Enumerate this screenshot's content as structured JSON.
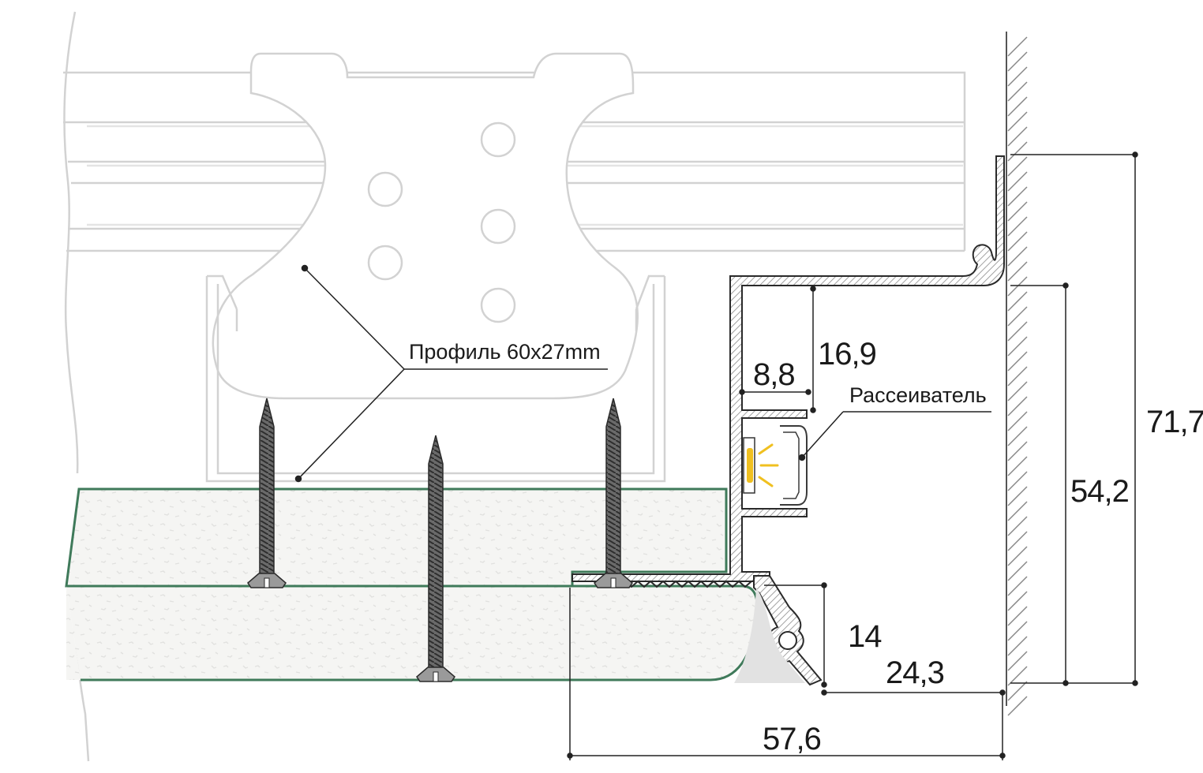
{
  "labels": {
    "profile": "Профиль 60x27mm",
    "diffuser": "Рассеиватель"
  },
  "dimensions": {
    "total_height": "71,7",
    "body_height": "54,2",
    "channel_depth": "16,9",
    "channel_width": "8,8",
    "lip_height": "14",
    "lip_width": "24,3",
    "total_width": "57,6"
  },
  "colors": {
    "background": "#ffffff",
    "ghost_line": "#d4d4d4",
    "board_edge": "#3f7a5a",
    "board_fill": "#f4f4f2",
    "profile_stroke": "#2a2a2a",
    "profile_hatch": "#9a9a9a",
    "dimension_line": "#222222",
    "wall_hatch": "#888888",
    "screw": "#555555",
    "led_light": "#f0c020"
  }
}
